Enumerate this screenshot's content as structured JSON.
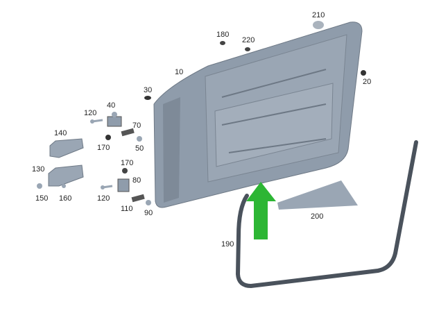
{
  "diagram": {
    "labels": [
      {
        "id": "l210",
        "text": "210"
      },
      {
        "id": "l180",
        "text": "180"
      },
      {
        "id": "l220",
        "text": "220"
      },
      {
        "id": "l10",
        "text": "10"
      },
      {
        "id": "l20",
        "text": "20"
      },
      {
        "id": "l30",
        "text": "30"
      },
      {
        "id": "l40",
        "text": "40"
      },
      {
        "id": "l120a",
        "text": "120"
      },
      {
        "id": "l70",
        "text": "70"
      },
      {
        "id": "l140",
        "text": "140"
      },
      {
        "id": "l170a",
        "text": "170"
      },
      {
        "id": "l50",
        "text": "50"
      },
      {
        "id": "l130",
        "text": "130"
      },
      {
        "id": "l170b",
        "text": "170"
      },
      {
        "id": "l80",
        "text": "80"
      },
      {
        "id": "l150",
        "text": "150"
      },
      {
        "id": "l160",
        "text": "160"
      },
      {
        "id": "l120b",
        "text": "120"
      },
      {
        "id": "l110",
        "text": "110"
      },
      {
        "id": "l90",
        "text": "90"
      },
      {
        "id": "l190",
        "text": "190"
      },
      {
        "id": "l200",
        "text": "200"
      }
    ],
    "colors": {
      "part": "#8f9cab",
      "part_dark": "#5d6875",
      "arrow": "#2db634",
      "seal": "#4a525c"
    }
  }
}
